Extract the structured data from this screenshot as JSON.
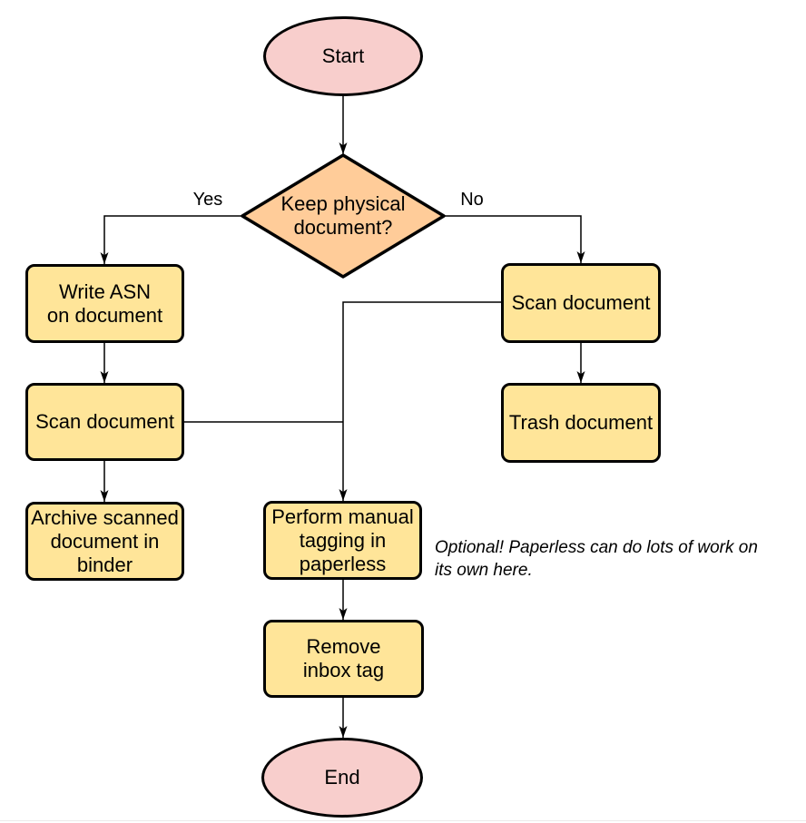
{
  "diagram": {
    "type": "flowchart",
    "colors": {
      "background": "#ffffff",
      "stroke": "#000000",
      "terminator_fill": "#F8CECC",
      "decision_fill": "#FFCC99",
      "process_fill": "#FFE599"
    },
    "nodes": {
      "start": {
        "shape": "ellipse",
        "label": "Start",
        "fill": "#F8CECC"
      },
      "keep_physical": {
        "shape": "diamond",
        "label": "Keep physical\ndocument?",
        "fill": "#FFCC99"
      },
      "write_asn": {
        "shape": "rounded-rect",
        "label": "Write ASN\non document",
        "fill": "#FFE599"
      },
      "scan_left": {
        "shape": "rounded-rect",
        "label": "Scan document",
        "fill": "#FFE599"
      },
      "archive": {
        "shape": "rounded-rect",
        "label": "Archive scanned\ndocument in\nbinder",
        "fill": "#FFE599"
      },
      "scan_right": {
        "shape": "rounded-rect",
        "label": "Scan document",
        "fill": "#FFE599"
      },
      "trash": {
        "shape": "rounded-rect",
        "label": "Trash document",
        "fill": "#FFE599"
      },
      "tagging": {
        "shape": "rounded-rect",
        "label": "Perform manual\ntagging in\npaperless",
        "fill": "#FFE599"
      },
      "remove_inbox": {
        "shape": "rounded-rect",
        "label": "Remove\ninbox tag",
        "fill": "#FFE599"
      },
      "end": {
        "shape": "ellipse",
        "label": "End",
        "fill": "#F8CECC"
      }
    },
    "edge_labels": {
      "yes": "Yes",
      "no": "No"
    },
    "edges": [
      {
        "from": "start",
        "to": "keep_physical",
        "label": ""
      },
      {
        "from": "keep_physical",
        "to": "write_asn",
        "label": "Yes"
      },
      {
        "from": "keep_physical",
        "to": "scan_right",
        "label": "No"
      },
      {
        "from": "write_asn",
        "to": "scan_left",
        "label": ""
      },
      {
        "from": "scan_left",
        "to": "archive",
        "label": ""
      },
      {
        "from": "scan_left",
        "to": "tagging",
        "label": ""
      },
      {
        "from": "scan_right",
        "to": "trash",
        "label": ""
      },
      {
        "from": "scan_right",
        "to": "tagging",
        "label": ""
      },
      {
        "from": "tagging",
        "to": "remove_inbox",
        "label": ""
      },
      {
        "from": "remove_inbox",
        "to": "end",
        "label": ""
      }
    ],
    "annotation": "Optional! Paperless can do lots of work on\nits own here."
  }
}
